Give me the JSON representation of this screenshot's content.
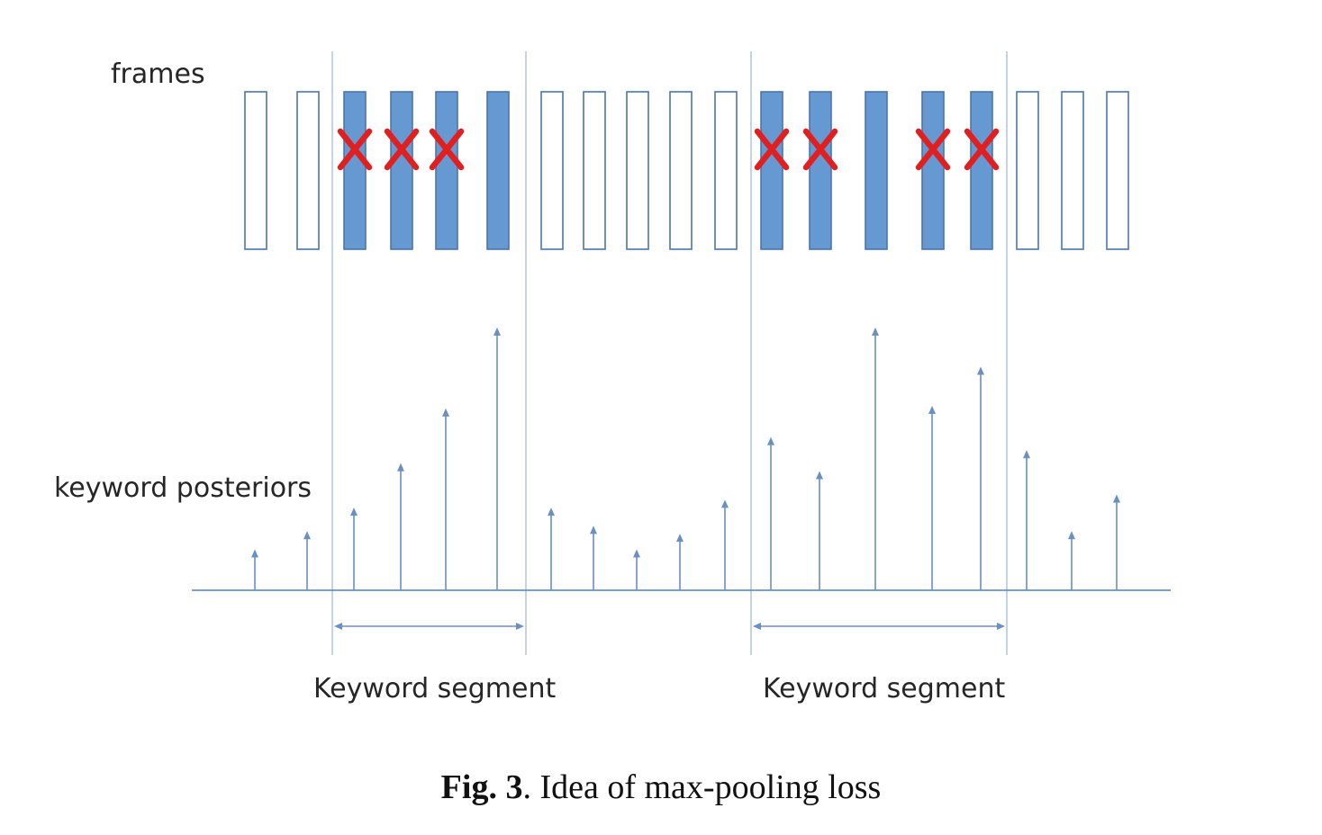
{
  "labels": {
    "frames": "frames",
    "posteriors": "keyword posteriors",
    "segment_left": "Keyword segment",
    "segment_right": "Keyword segment"
  },
  "caption": {
    "figure_number": "Fig. 3",
    "separator": ".",
    "text": " Idea of max-pooling loss"
  },
  "colors": {
    "frame_fill": "#6699d2",
    "frame_stroke": "#4a76a8",
    "arrow": "#6b8fc0",
    "guide": "#a8c1df",
    "cross": "#e02020"
  },
  "frames": [
    {
      "filled": false,
      "crossed": false
    },
    {
      "filled": false,
      "crossed": false
    },
    {
      "filled": true,
      "crossed": true
    },
    {
      "filled": true,
      "crossed": true
    },
    {
      "filled": true,
      "crossed": true
    },
    {
      "filled": true,
      "crossed": false
    },
    {
      "filled": false,
      "crossed": false
    },
    {
      "filled": false,
      "crossed": false
    },
    {
      "filled": false,
      "crossed": false
    },
    {
      "filled": false,
      "crossed": false
    },
    {
      "filled": false,
      "crossed": false
    },
    {
      "filled": true,
      "crossed": true
    },
    {
      "filled": true,
      "crossed": true
    },
    {
      "filled": true,
      "crossed": false
    },
    {
      "filled": true,
      "crossed": true
    },
    {
      "filled": true,
      "crossed": true
    },
    {
      "filled": false,
      "crossed": false
    },
    {
      "filled": false,
      "crossed": false
    },
    {
      "filled": false,
      "crossed": false
    }
  ],
  "posteriors": [
    0.15,
    0.22,
    0.31,
    0.48,
    0.69,
    1.0,
    0.31,
    0.24,
    0.15,
    0.21,
    0.34,
    0.58,
    0.45,
    1.0,
    0.7,
    0.85,
    0.53,
    0.22,
    0.36
  ]
}
